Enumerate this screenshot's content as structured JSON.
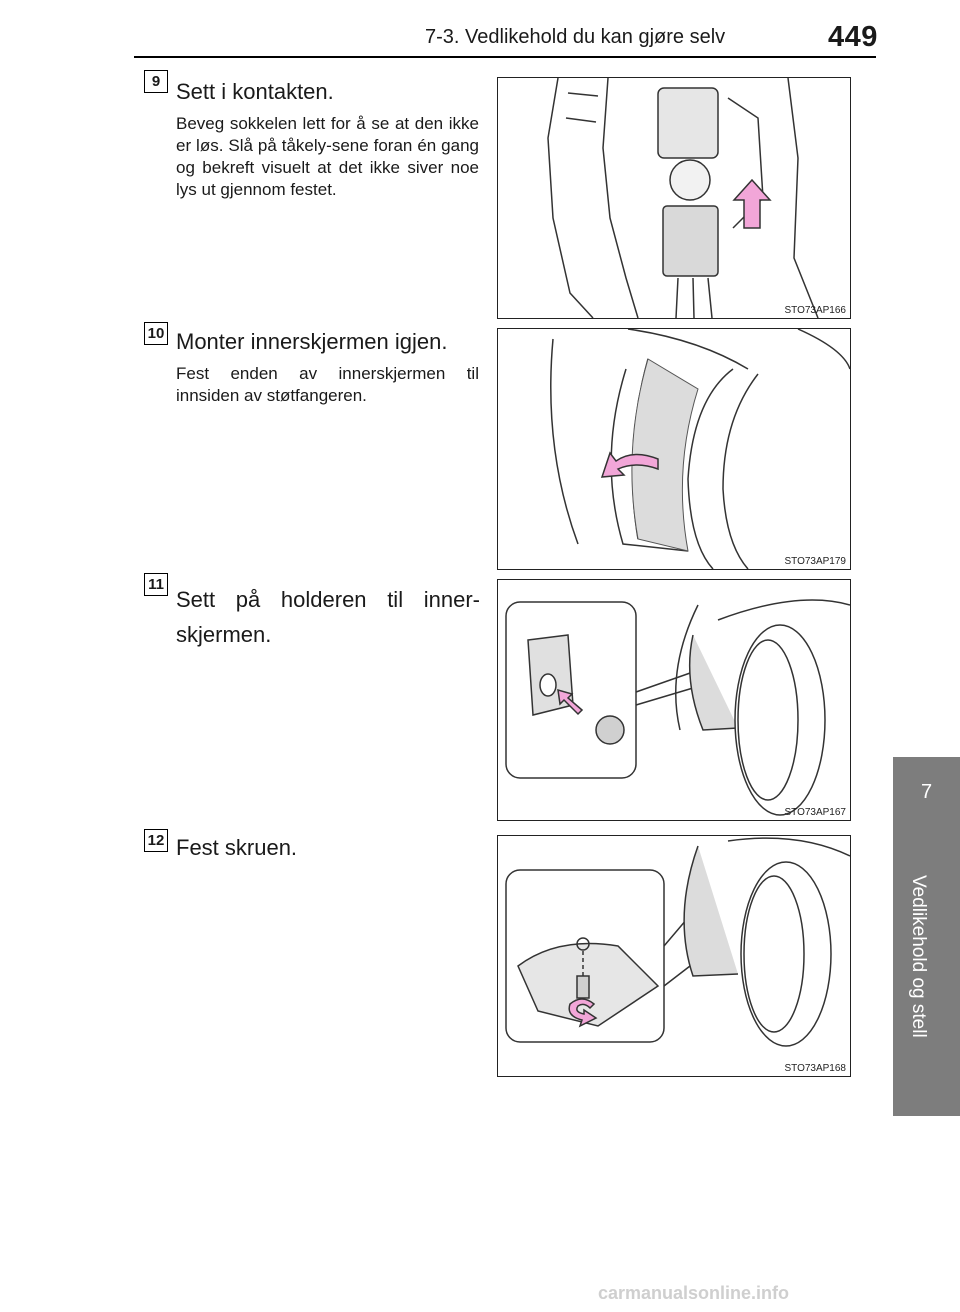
{
  "header": {
    "section": "7-3. Vedlikehold du kan gjøre selv",
    "page_number": "449"
  },
  "side_tab": {
    "chapter_number": "7",
    "chapter_title": "Vedlikehold og stell"
  },
  "steps": [
    {
      "number": "9",
      "title": "Sett i kontakten.",
      "body": "Beveg sokkelen lett for å se at den ikke er løs. Slå på tåkely-sene foran én gang og bekreft visuelt at det ikke siver noe lys ut gjennom festet.",
      "figure_code": "STO73AP166"
    },
    {
      "number": "10",
      "title": "Monter innerskjermen igjen.",
      "body": "Fest enden av innerskjermen til innsiden av støtfangeren.",
      "figure_code": "STO73AP179"
    },
    {
      "number": "11",
      "title": "Sett på holderen til inner-skjermen.",
      "body": "",
      "figure_code": "STO73AP167"
    },
    {
      "number": "12",
      "title": "Fest skruen.",
      "body": "",
      "figure_code": "STO73AP168"
    }
  ],
  "footer": {
    "watermark": "carmanualsonline.info"
  },
  "colors": {
    "tab_bg": "#7d7d7d",
    "arrow_pink": "#f2a6d8"
  }
}
